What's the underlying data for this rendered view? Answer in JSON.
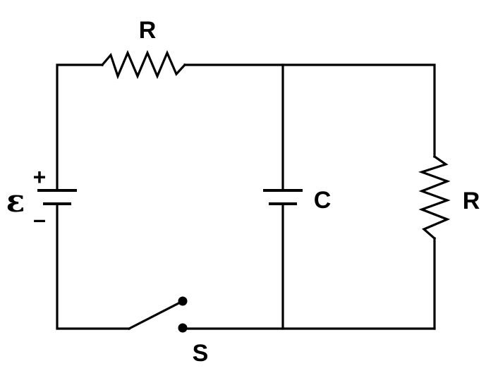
{
  "diagram": {
    "type": "circuit-schematic",
    "components": {
      "resistor_top": {
        "label": "R",
        "kind": "resistor"
      },
      "resistor_right": {
        "label": "R",
        "kind": "resistor"
      },
      "capacitor": {
        "label": "C",
        "kind": "capacitor"
      },
      "battery": {
        "label": "ε",
        "kind": "battery",
        "positive_symbol": "+",
        "negative_symbol": "–"
      },
      "switch": {
        "label": "S",
        "kind": "switch",
        "state": "open"
      }
    },
    "topology": "Battery ε in series with resistor R and switch S; capacitor C in parallel with second resistor R",
    "colors": {
      "line": "#000000",
      "background": "#ffffff"
    }
  }
}
